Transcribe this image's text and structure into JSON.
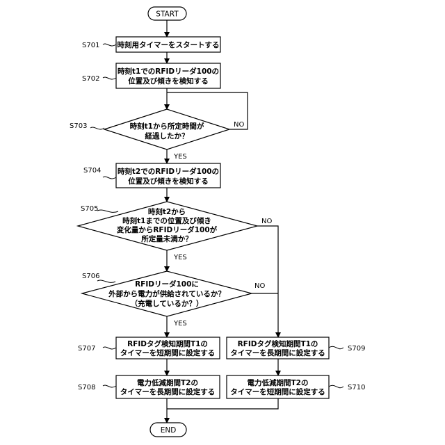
{
  "terminals": {
    "start": "START",
    "end": "END"
  },
  "steps": {
    "s701": {
      "label": "S701",
      "lines": [
        "時刻用タイマーをスタートする"
      ]
    },
    "s702": {
      "label": "S702",
      "lines": [
        "時刻t1でのRFIDリーダ100の",
        "位置及び傾きを検知する"
      ]
    },
    "s703": {
      "label": "S703",
      "lines": [
        "時刻t1から所定時間が",
        "経過したか？"
      ]
    },
    "s704": {
      "label": "S704",
      "lines": [
        "時刻t2でのRFIDリーダ100の",
        "位置及び傾きを検知する"
      ]
    },
    "s705": {
      "label": "S705",
      "lines": [
        "時刻t2から",
        "時刻t1までの位置及び傾き",
        "変化量からRFIDリーダ100が",
        "所定量未満か？"
      ]
    },
    "s706": {
      "label": "S706",
      "lines": [
        "RFIDリーダ100に",
        "外部から電力が供給されているか？",
        "（充電しているか？）"
      ]
    },
    "s707": {
      "label": "S707",
      "lines": [
        "RFIDタグ検知期間T1の",
        "タイマーを短期間に設定する"
      ]
    },
    "s708": {
      "label": "S708",
      "lines": [
        "電力低減期間T2の",
        "タイマーを長期間に設定する"
      ]
    },
    "s709": {
      "label": "S709",
      "lines": [
        "RFIDタグ検知期間T1の",
        "タイマーを長期間に設定する"
      ]
    },
    "s710": {
      "label": "S710",
      "lines": [
        "電力低減期間T2の",
        "タイマーを短期間に設定する"
      ]
    }
  },
  "branch_labels": {
    "s703_no": "NO",
    "s703_yes": "YES",
    "s705_no": "NO",
    "s705_yes": "YES",
    "s706_no": "NO",
    "s706_yes": "YES"
  }
}
